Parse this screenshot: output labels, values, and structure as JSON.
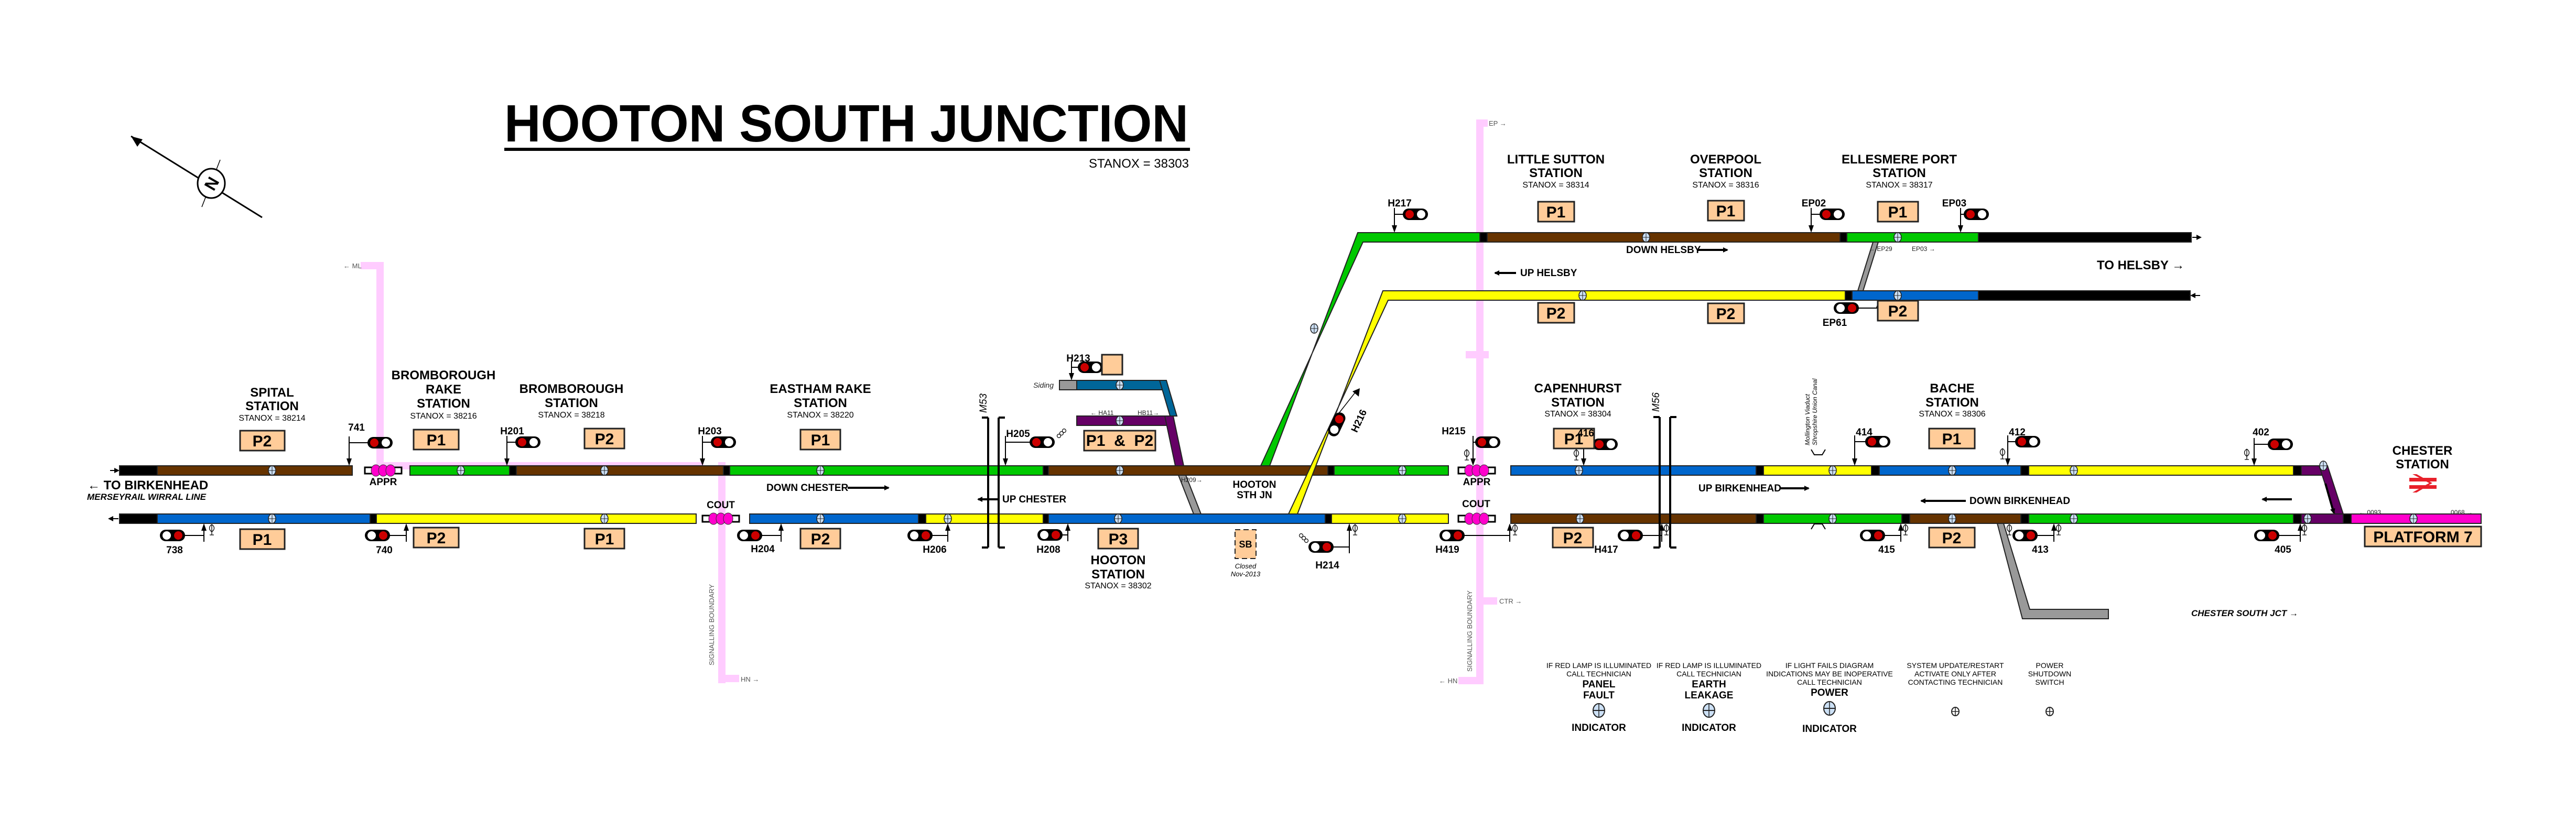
{
  "title": "HOOTON SOUTH JUNCTION",
  "title_stanox": "STANOX = 38303",
  "colors": {
    "black": "#000000",
    "brown": "#663300",
    "green": "#00C800",
    "blue": "#0066CC",
    "yellow": "#FFFF00",
    "purple": "#660066",
    "teal": "#006699",
    "grey": "#999999",
    "magenta": "#FF00CC",
    "platform": "#FFCC99",
    "boundary": "#FFCCFF",
    "signal_red": "#CC0000",
    "br_logo": "#E8202A"
  },
  "compass": {
    "icon": "north-arrow-icon",
    "letter": "N"
  },
  "stations": [
    {
      "id": "spital",
      "lines": [
        "SPITAL",
        "STATION"
      ],
      "stanox": "STANOX = 38214"
    },
    {
      "id": "bromborough-rake",
      "lines": [
        "BROMBOROUGH",
        "RAKE",
        "STATION"
      ],
      "stanox": "STANOX = 38216"
    },
    {
      "id": "bromborough",
      "lines": [
        "BROMBOROUGH",
        "STATION"
      ],
      "stanox": "STANOX = 38218"
    },
    {
      "id": "eastham-rake",
      "lines": [
        "EASTHAM RAKE",
        "STATION"
      ],
      "stanox": "STANOX = 38220"
    },
    {
      "id": "hooton",
      "lines": [
        "HOOTON",
        "STATION"
      ],
      "stanox": "STANOX = 38302"
    },
    {
      "id": "little-sutton",
      "lines": [
        "LITTLE SUTTON",
        "STATION"
      ],
      "stanox": "STANOX = 38314"
    },
    {
      "id": "overpool",
      "lines": [
        "OVERPOOL",
        "STATION"
      ],
      "stanox": "STANOX = 38316"
    },
    {
      "id": "ellesmere-port",
      "lines": [
        "ELLESMERE PORT",
        "STATION"
      ],
      "stanox": "STANOX = 38317"
    },
    {
      "id": "capenhurst",
      "lines": [
        "CAPENHURST",
        "STATION"
      ],
      "stanox": "STANOX = 38304"
    },
    {
      "id": "bache",
      "lines": [
        "BACHE",
        "STATION"
      ],
      "stanox": "STANOX = 38306"
    },
    {
      "id": "chester",
      "lines": [
        "CHESTER",
        "STATION"
      ],
      "stanox": ""
    }
  ],
  "platforms": {
    "spital_p2": "P2",
    "spital_p1": "P1",
    "brake_p1": "P1",
    "brake_p2": "P2",
    "bromb_p2": "P2",
    "bromb_p1": "P1",
    "eastham_p1": "P1",
    "eastham_p2": "P2",
    "hooton_p1p2": "P1  &  P2",
    "hooton_p3": "P3",
    "hooton_bay": "",
    "lsutton_p1": "P1",
    "lsutton_p2": "P2",
    "overpool_p1": "P1",
    "overpool_p2": "P2",
    "ellesmere_p1": "P1",
    "ellesmere_p2": "P2",
    "capenhurst_p1": "P1",
    "capenhurst_p2": "P2",
    "bache_p1": "P1",
    "bache_p2": "P2",
    "chester_p7": "PLATFORM 7"
  },
  "signals": {
    "s741": "741",
    "s738": "738",
    "s740": "740",
    "h201": "H201",
    "h203": "H203",
    "h204": "H204",
    "h205": "H205",
    "h206": "H206",
    "h208": "H208",
    "h213": "H213",
    "h214": "H214",
    "h215": "H215",
    "h216": "H216",
    "h217": "H217",
    "h419": "H419",
    "h417": "H417",
    "ep02": "EP02",
    "ep03": "EP03",
    "ep61": "EP61",
    "s416": "416",
    "s414": "414",
    "s412": "412",
    "s402": "402",
    "s415": "415",
    "s413": "413",
    "s405": "405"
  },
  "direction_labels": {
    "down_chester": "DOWN CHESTER",
    "up_chester": "UP CHESTER",
    "down_helsby": "DOWN HELSBY",
    "up_helsby": "UP HELSBY",
    "up_birkenhead": "UP BIRKENHEAD",
    "down_birkenhead": "DOWN BIRKENHEAD"
  },
  "destinations": {
    "to_birkenhead": "← TO BIRKENHEAD",
    "merseyrail": "MERSEYRAIL WIRRAL LINE",
    "to_helsby": "TO HELSBY →",
    "chester_south_jct": "CHESTER SOUTH JCT →"
  },
  "level_crossings": {
    "appr": "APPR",
    "cout": "COUT"
  },
  "junction": {
    "name_1": "HOOTON",
    "name_2": "STH JN"
  },
  "signal_box": {
    "label": "SB",
    "note_1": "Closed",
    "note_2": "Nov-2013"
  },
  "small_labels": {
    "siding": "Siding",
    "ha11": "← HA11",
    "hb11": "HB11→",
    "h209": "H209→",
    "ep29": "← EP29",
    "ep03_tc": "EP03 →",
    "c0093": "← 0093",
    "c0068": "0068 →",
    "m53": "M53",
    "m56": "M56",
    "viaduct_1": "Mollington Viaduct",
    "viaduct_2": "Shropshire Union Canal"
  },
  "boundaries": {
    "ml": "← ML",
    "hn_right": "HN →",
    "ep": "EP →",
    "ctr": "CTR →",
    "hn_left": "← HN",
    "signalling_boundary": "SIGNALLING BOUNDARY"
  },
  "indicators": [
    {
      "id": "panel-fault",
      "notes": [
        "IF RED LAMP IS ILLUMINATED",
        "CALL TECHNICIAN"
      ],
      "title": [
        "PANEL",
        "FAULT"
      ],
      "footer": "INDICATOR"
    },
    {
      "id": "earth-leakage",
      "notes": [
        "IF RED LAMP IS ILLUMINATED",
        "CALL TECHNICIAN"
      ],
      "title": [
        "EARTH",
        "LEAKAGE"
      ],
      "footer": "INDICATOR"
    },
    {
      "id": "power",
      "notes": [
        "IF LIGHT FAILS DIAGRAM",
        "INDICATIONS MAY BE INOPERATIVE",
        "CALL TECHNICIAN"
      ],
      "title": [
        "POWER"
      ],
      "footer": "INDICATOR"
    },
    {
      "id": "system-update",
      "notes": [
        "SYSTEM UPDATE/RESTART",
        "ACTIVATE ONLY AFTER",
        "CONTACTING TECHNICIAN"
      ],
      "title": [],
      "footer": ""
    },
    {
      "id": "power-shutdown",
      "notes": [
        "POWER",
        "SHUTDOWN",
        "SWITCH"
      ],
      "title": [],
      "footer": ""
    }
  ]
}
